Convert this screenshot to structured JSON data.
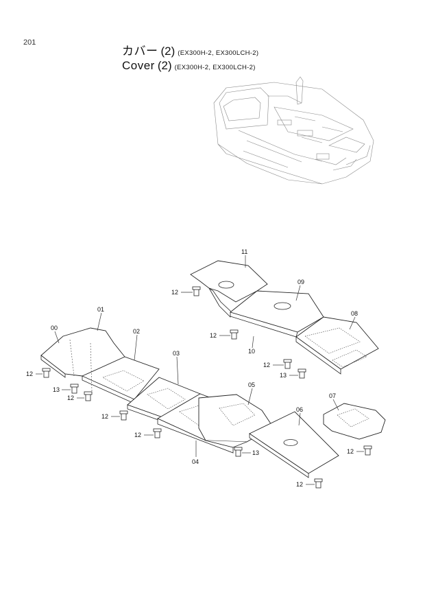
{
  "page_number": "201",
  "title": {
    "jp": "カバー",
    "en": "Cover",
    "number": "(2)",
    "models": "(EX300H-2, EX300LCH-2)"
  },
  "callouts": {
    "c00": "00",
    "c01": "01",
    "c02": "02",
    "c03": "03",
    "c04": "04",
    "c05": "05",
    "c06": "06",
    "c07": "07",
    "c08": "08",
    "c09": "09",
    "c10": "10",
    "c11": "11",
    "c12": "12",
    "c13": "13"
  }
}
